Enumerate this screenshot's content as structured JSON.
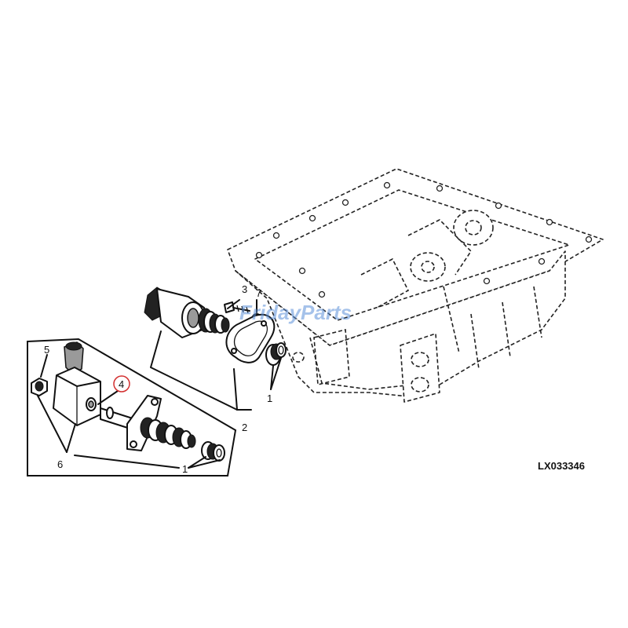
{
  "watermark": "FridayParts",
  "figure_code": "LX033346",
  "callouts": {
    "c1_upper": "1",
    "c2": "2",
    "c3": "3",
    "c7": "7",
    "c5": "5",
    "c4": "4",
    "c6": "6",
    "c1_lower": "1"
  },
  "highlight_color": "#d32f2f"
}
